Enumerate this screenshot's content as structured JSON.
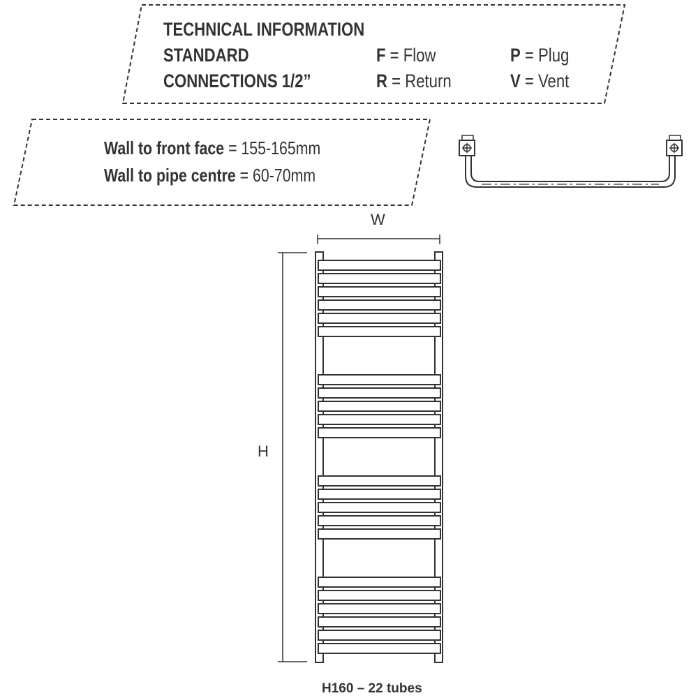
{
  "technical_info": {
    "title": "TECHNICAL INFORMATION",
    "standard": "STANDARD",
    "connections": "CONNECTIONS 1/2”",
    "legend": [
      {
        "key": "F",
        "eq": " = ",
        "label": "Flow"
      },
      {
        "key": "P",
        "eq": " = ",
        "label": "Plug"
      },
      {
        "key": "R",
        "eq": " = ",
        "label": "Return"
      },
      {
        "key": "V",
        "eq": " = ",
        "label": "Vent"
      }
    ]
  },
  "wall": {
    "front_label": "Wall to front face",
    "front_value": " = 155-165mm",
    "pipe_label": "Wall to pipe centre",
    "pipe_value": " = 60-70mm"
  },
  "dimensions": {
    "width_label": "W",
    "height_label": "H"
  },
  "caption": "H160 – 22 tubes",
  "rail": {
    "tube_groups": [
      6,
      5,
      5,
      6
    ]
  },
  "colors": {
    "line": "#333333",
    "tube_fill": "#ffffff"
  }
}
